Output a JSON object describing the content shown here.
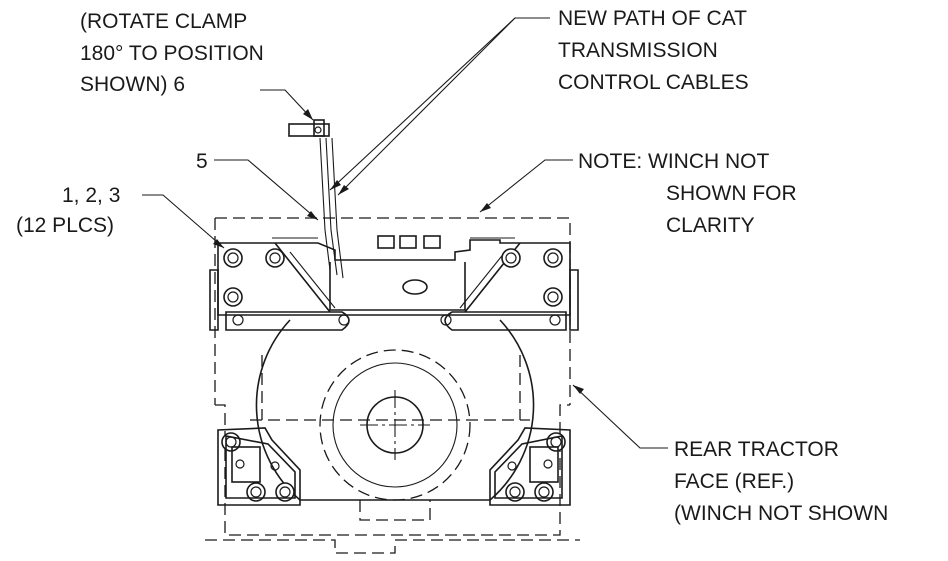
{
  "callouts": {
    "rotate_clamp": [
      "(ROTATE CLAMP",
      "180° TO POSITION",
      "SHOWN) 6"
    ],
    "new_path": [
      "NEW PATH OF CAT",
      "TRANSMISSION",
      "CONTROL CABLES"
    ],
    "item_5": "5",
    "items_123": [
      "1, 2, 3",
      "(12 PLCS)"
    ],
    "note": [
      "NOTE: WINCH NOT",
      "SHOWN FOR",
      "CLARITY"
    ],
    "rear_face": [
      "REAR TRACTOR",
      "FACE (REF.)",
      "(WINCH NOT SHOWN"
    ]
  }
}
